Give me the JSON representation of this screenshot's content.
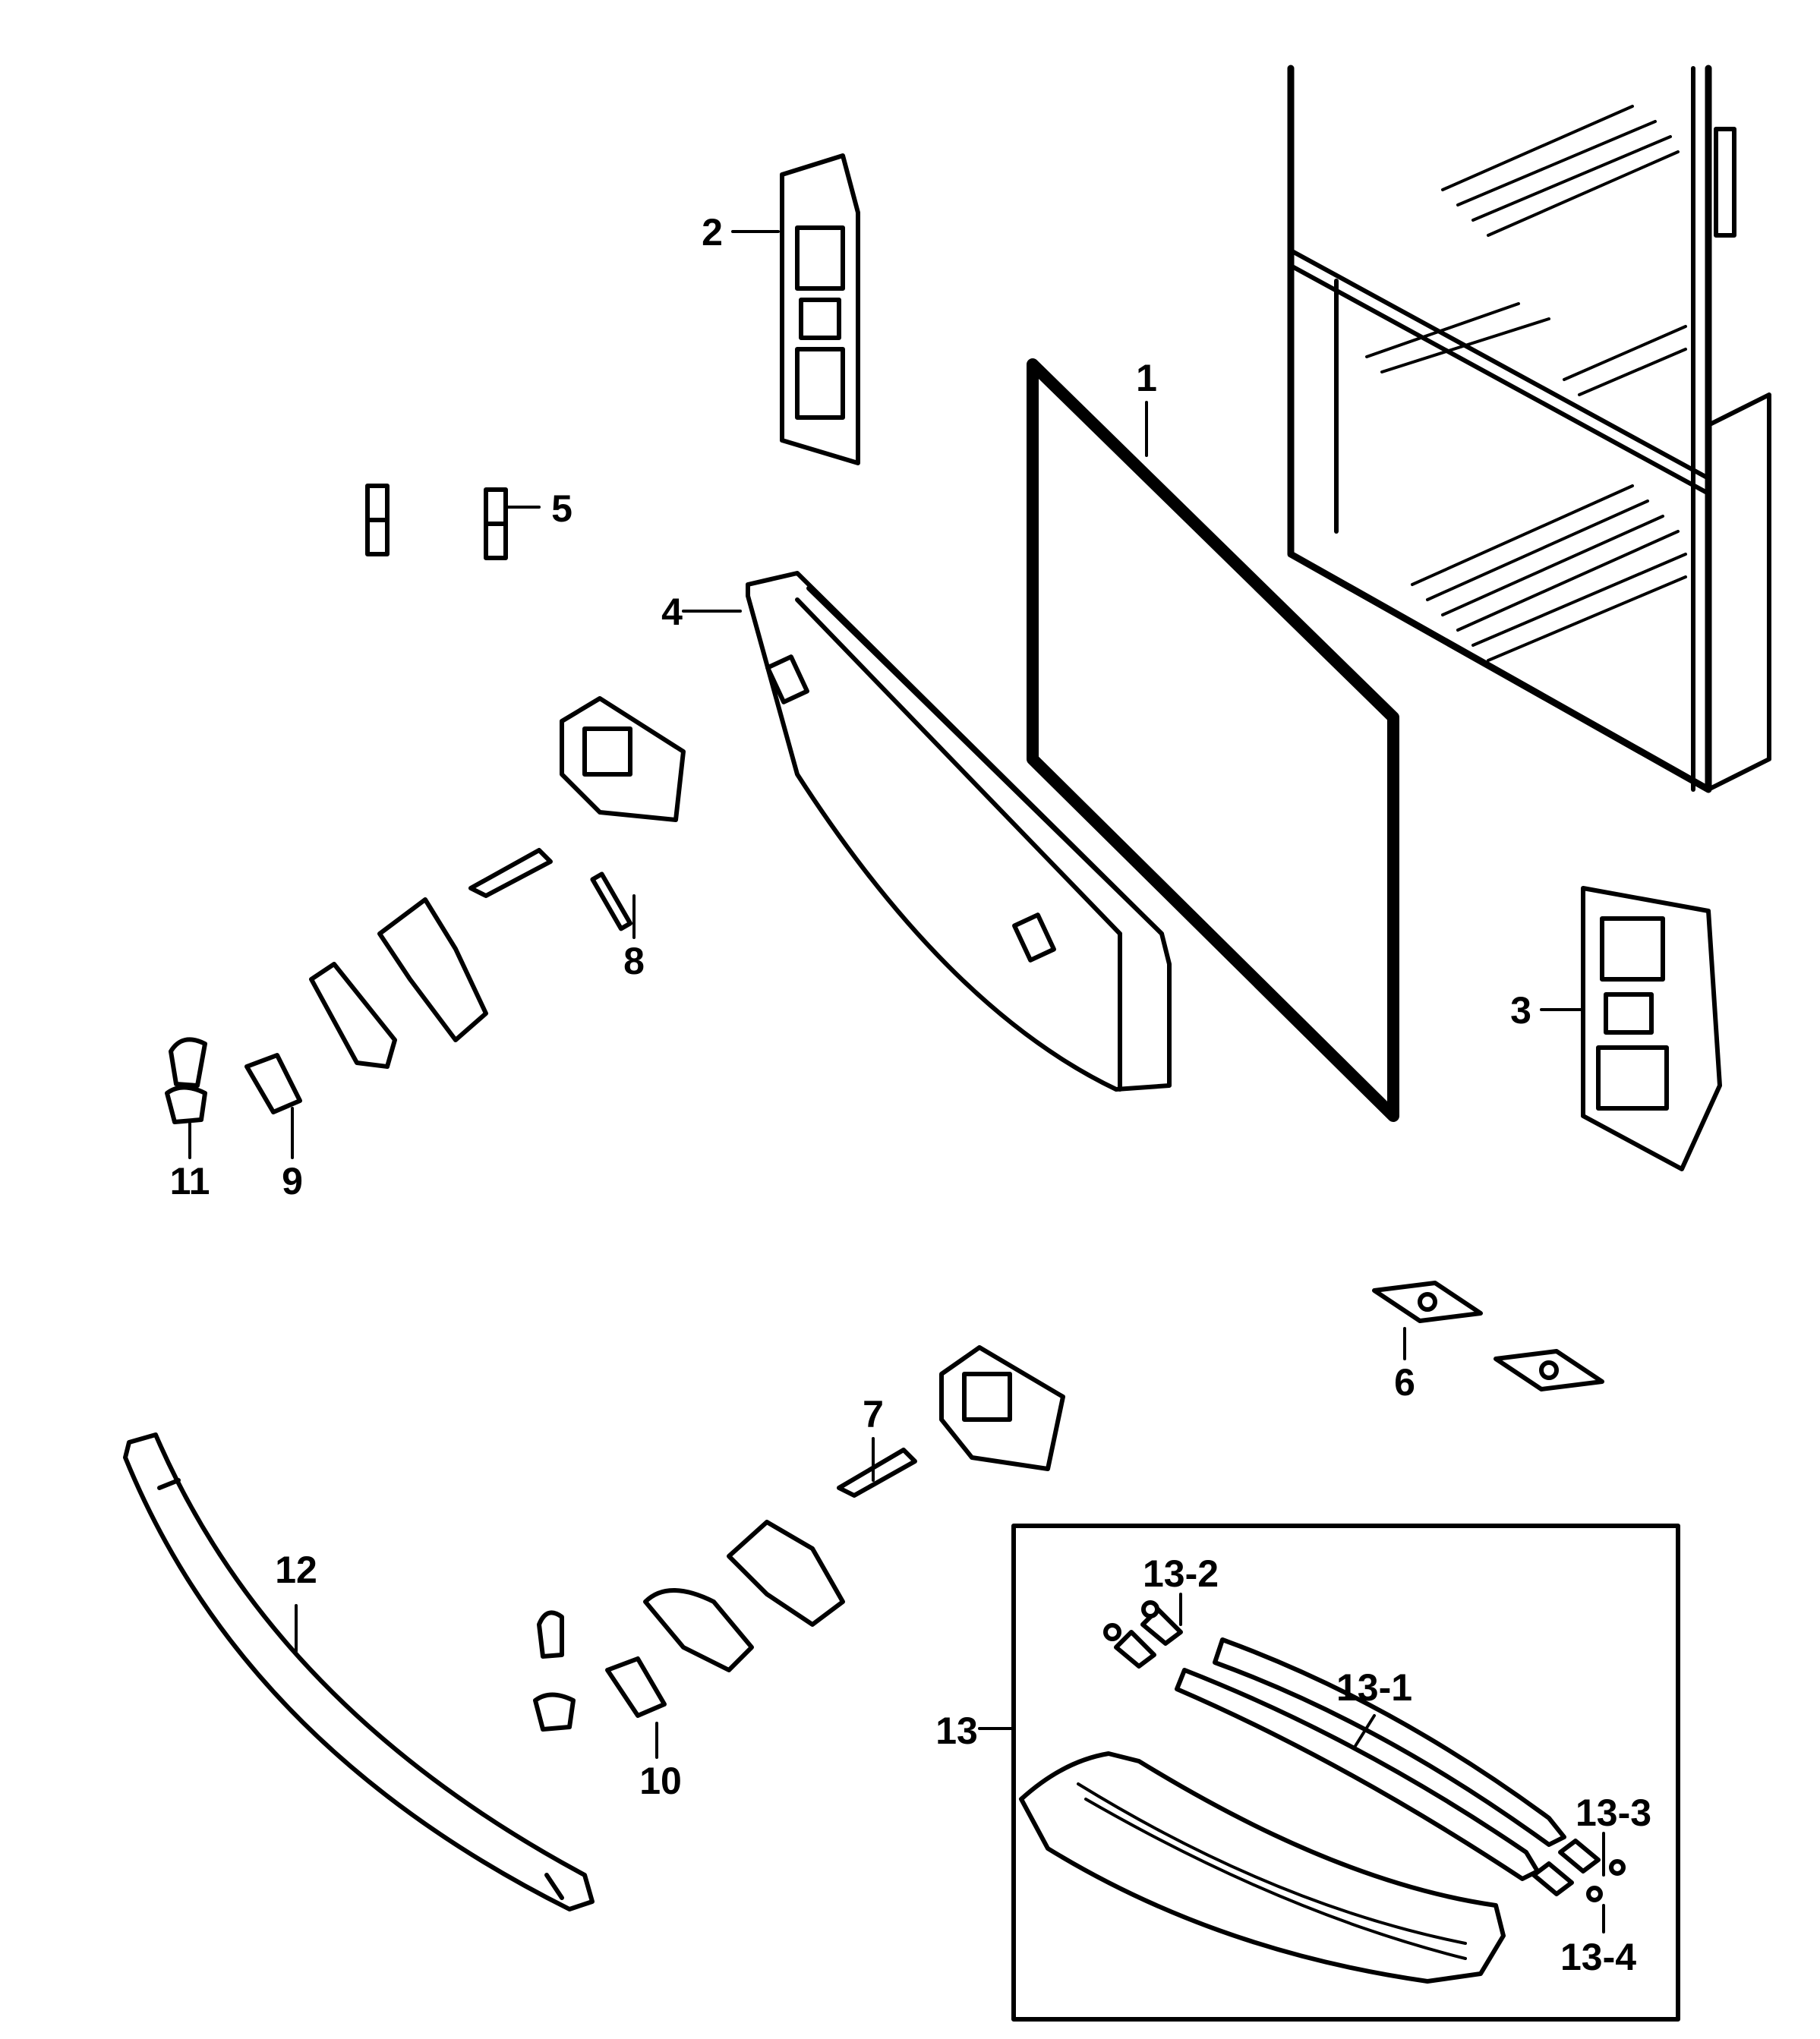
{
  "labels": {
    "p1": "1",
    "p2": "2",
    "p3": "3",
    "p4": "4",
    "p5": "5",
    "p6": "6",
    "p7": "7",
    "p8": "8",
    "p9": "9",
    "p10": "10",
    "p11": "11",
    "p12": "12",
    "p13": "13",
    "p13_1": "13-1",
    "p13_2": "13-2",
    "p13_3": "13-3",
    "p13_4": "13-4"
  }
}
